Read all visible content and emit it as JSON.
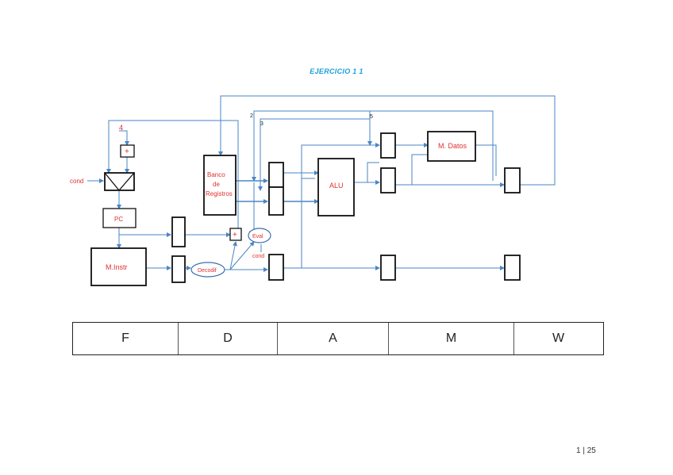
{
  "title": "EJERCICIO 1 1",
  "labels": {
    "four": "4",
    "plus_pc": "+",
    "cond_left": "cond",
    "pc": "PC",
    "m_instr": "M.Instr",
    "banco_1": "Banco",
    "banco_2": "de",
    "banco_3": "Registros",
    "plus_branch": "+",
    "eval": "Eval",
    "cond_mid": "cond",
    "decodif": "Decodif",
    "alu": "ALU",
    "m_datos": "M. Datos",
    "num_2": "2",
    "num_3": "3",
    "num_5": "5"
  },
  "stages": [
    "F",
    "D",
    "A",
    "M",
    "W"
  ],
  "page_number": "1 | 25",
  "colors": {
    "title": "#1aa0d8",
    "wire": "#4a86c5",
    "component_label": "#e03030"
  }
}
